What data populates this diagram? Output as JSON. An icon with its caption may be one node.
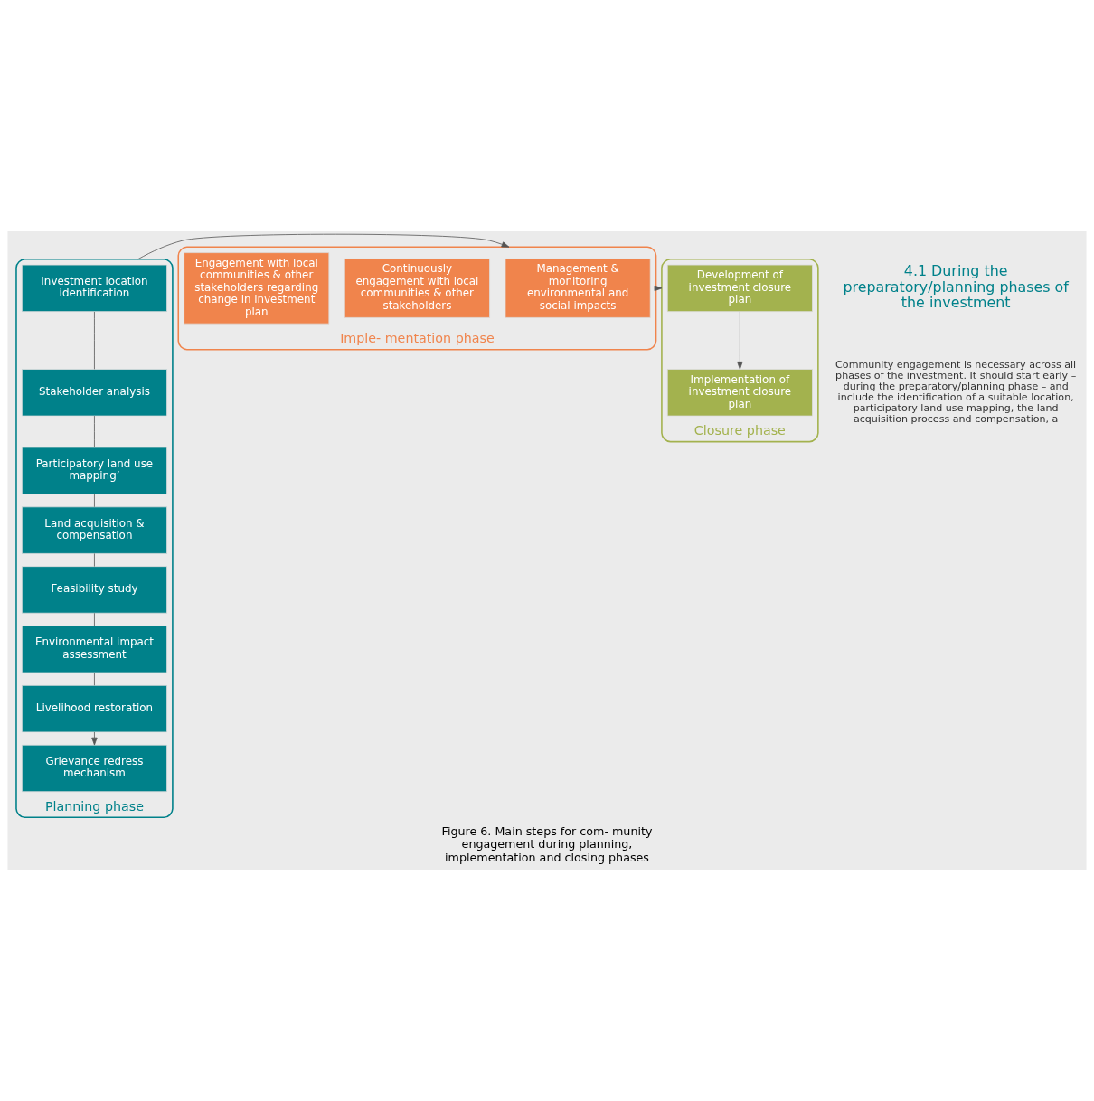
{
  "diagram": {
    "caption": "Figure 6. Main steps for com- munity engagement during planning, implementation and closing phases",
    "nodes": [
      {
        "text": [
          "Planning phase"
        ]
      },
      {
        "text": [
          "Investment location identification"
        ],
        "in": 0
      },
      {
        "text": [
          "Stakeholder analysis"
        ],
        "in": 0
      },
      {
        "text": [
          "Participatory land use mapping’"
        ],
        "in": 0
      },
      {
        "text": [
          "Land acquisition & compensation"
        ],
        "in": 0
      },
      {
        "text": [
          "Feasibility study"
        ],
        "in": 0
      },
      {
        "text": [
          "Environmental impact assessment"
        ],
        "in": 0
      },
      {
        "text": [
          "Livelihood restoration"
        ],
        "in": 0
      },
      {
        "text": [
          "Grievance redress mechanism"
        ],
        "in": 0
      },
      {
        "text": [
          "Imple- mentation phase"
        ]
      },
      {
        "text": [
          "Management & monitoring environmental and social impacts"
        ],
        "in": 9
      },
      {
        "text": [
          "Continuously engagement with local communities & other stakeholders"
        ],
        "in": 9
      },
      {
        "text": [
          "Engagement with local communities & other stakeholders regarding change in investment plan"
        ],
        "in": 9
      },
      {
        "text": [
          "Closure phase"
        ]
      },
      {
        "text": [
          "Development of investment closure plan"
        ],
        "in": 13
      },
      {
        "text": [
          "Implementation of investment closure plan"
        ],
        "in": 13
      }
    ],
    "edges": [
      {
        "from": 1,
        "to": 2,
        "arrow": "none"
      },
      {
        "from": 2,
        "to": 3,
        "arrow": "none"
      },
      {
        "from": 3,
        "to": 4,
        "arrow": "none"
      },
      {
        "from": 4,
        "to": 5,
        "arrow": "none"
      },
      {
        "from": 5,
        "to": 6,
        "arrow": "none"
      },
      {
        "from": 6,
        "to": 7,
        "arrow": "none"
      },
      {
        "from": 7,
        "to": 8,
        "arrow": "to"
      },
      {
        "from": 0,
        "to": 9,
        "arrow": "to"
      },
      {
        "from": 9,
        "to": 13,
        "arrow": "to"
      },
      {
        "from": 14,
        "to": 15,
        "arrow": "to"
      }
    ],
    "labels": [
      "4.1 During the preparatory/planning phases of the investment",
      "Community engagement is necessary across all phases of the investment. It should start early – during the preparatory/planning phase – and include the identification of a suitable location, participatory land use mapping, the land acquisition process and compensation, a"
    ]
  }
}
